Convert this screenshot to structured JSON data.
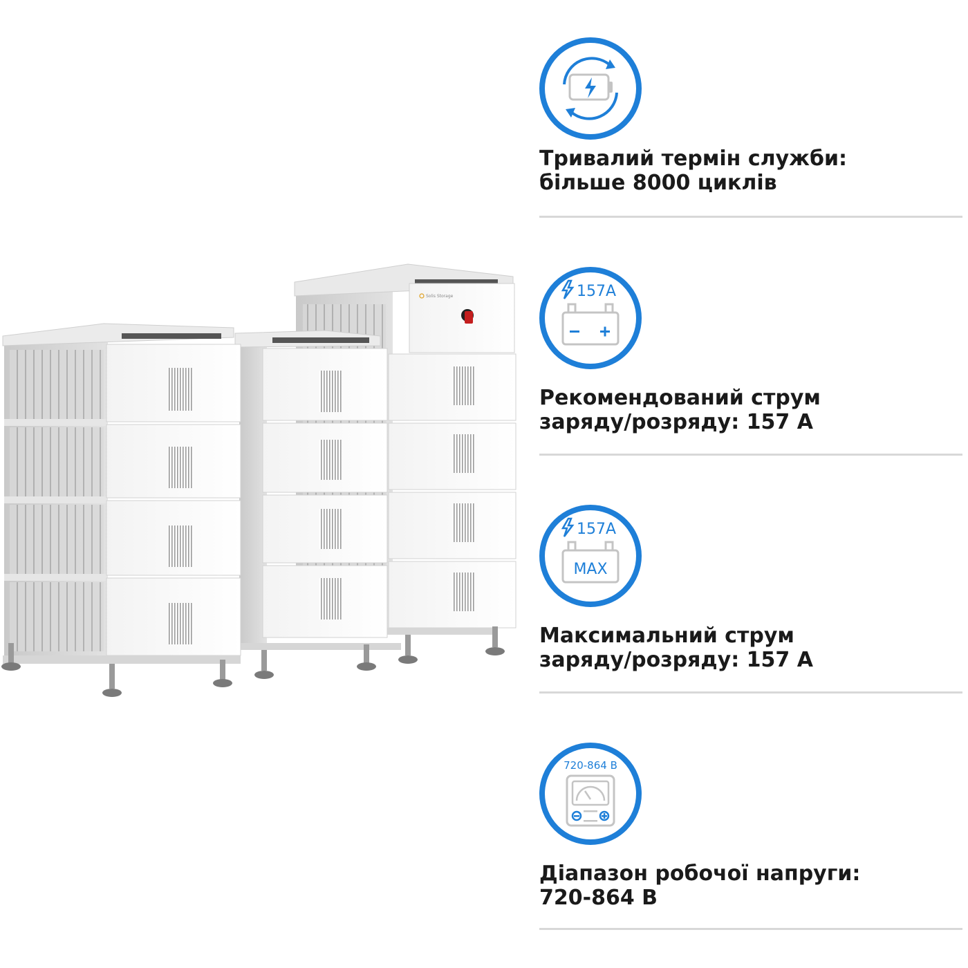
{
  "product": {
    "brand_label": "Solis Storage"
  },
  "colors": {
    "accent": "#1e7fd8",
    "text": "#1a1a1a",
    "divider": "#d8d8d8"
  },
  "features": [
    {
      "icon": "battery-cycle-icon",
      "line1": "Тривалий термін служби:",
      "line2": "більше 8000 циклів"
    },
    {
      "icon": "battery-current-icon",
      "badge_text": "157A",
      "line1": "Рекомендований струм",
      "line2": "заряду/розряду: 157 A"
    },
    {
      "icon": "battery-max-icon",
      "badge_text": "157A",
      "inner_text": "MAX",
      "line1": "Максимальний струм",
      "line2": "заряду/розряду: 157 A"
    },
    {
      "icon": "voltmeter-icon",
      "badge_text": "720-864 B",
      "line1": "Діапазон робочої напруги:",
      "line2": "720-864 B"
    }
  ]
}
